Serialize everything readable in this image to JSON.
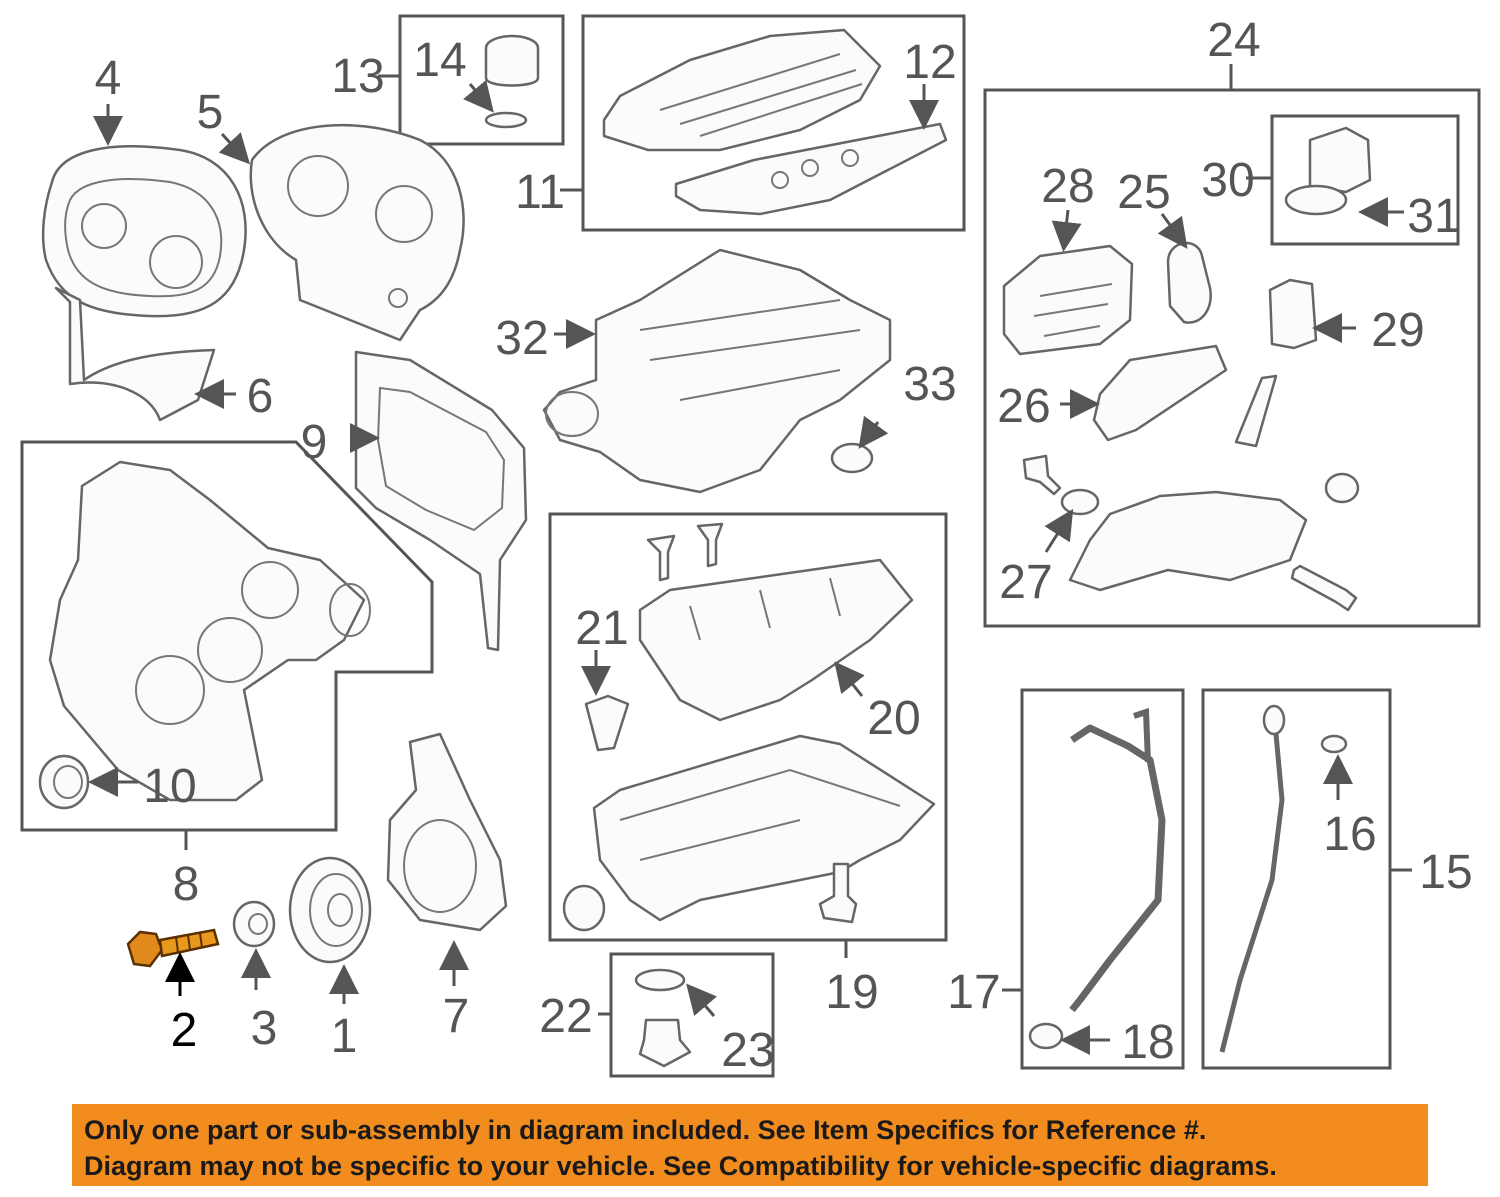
{
  "diagram": {
    "callouts": {
      "c1": "1",
      "c2": "2",
      "c3": "3",
      "c4": "4",
      "c5": "5",
      "c6": "6",
      "c7": "7",
      "c8": "8",
      "c9": "9",
      "c10": "10",
      "c11": "11",
      "c12": "12",
      "c13": "13",
      "c14": "14",
      "c15": "15",
      "c16": "16",
      "c17": "17",
      "c18": "18",
      "c19": "19",
      "c20": "20",
      "c21": "21",
      "c22": "22",
      "c23": "23",
      "c24": "24",
      "c25": "25",
      "c26": "26",
      "c27": "27",
      "c28": "28",
      "c29": "29",
      "c30": "30",
      "c31": "31",
      "c32": "32",
      "c33": "33"
    },
    "highlighted_part": "2",
    "colors": {
      "highlight": "#e08a1e",
      "notice_bg": "#f28c1e",
      "line": "#555555"
    }
  },
  "notice": {
    "line1": "Only one part or sub-assembly in diagram included. See Item Specifics for Reference #.",
    "line2": "Diagram may not be specific to your vehicle. See Compatibility for vehicle-specific diagrams."
  }
}
